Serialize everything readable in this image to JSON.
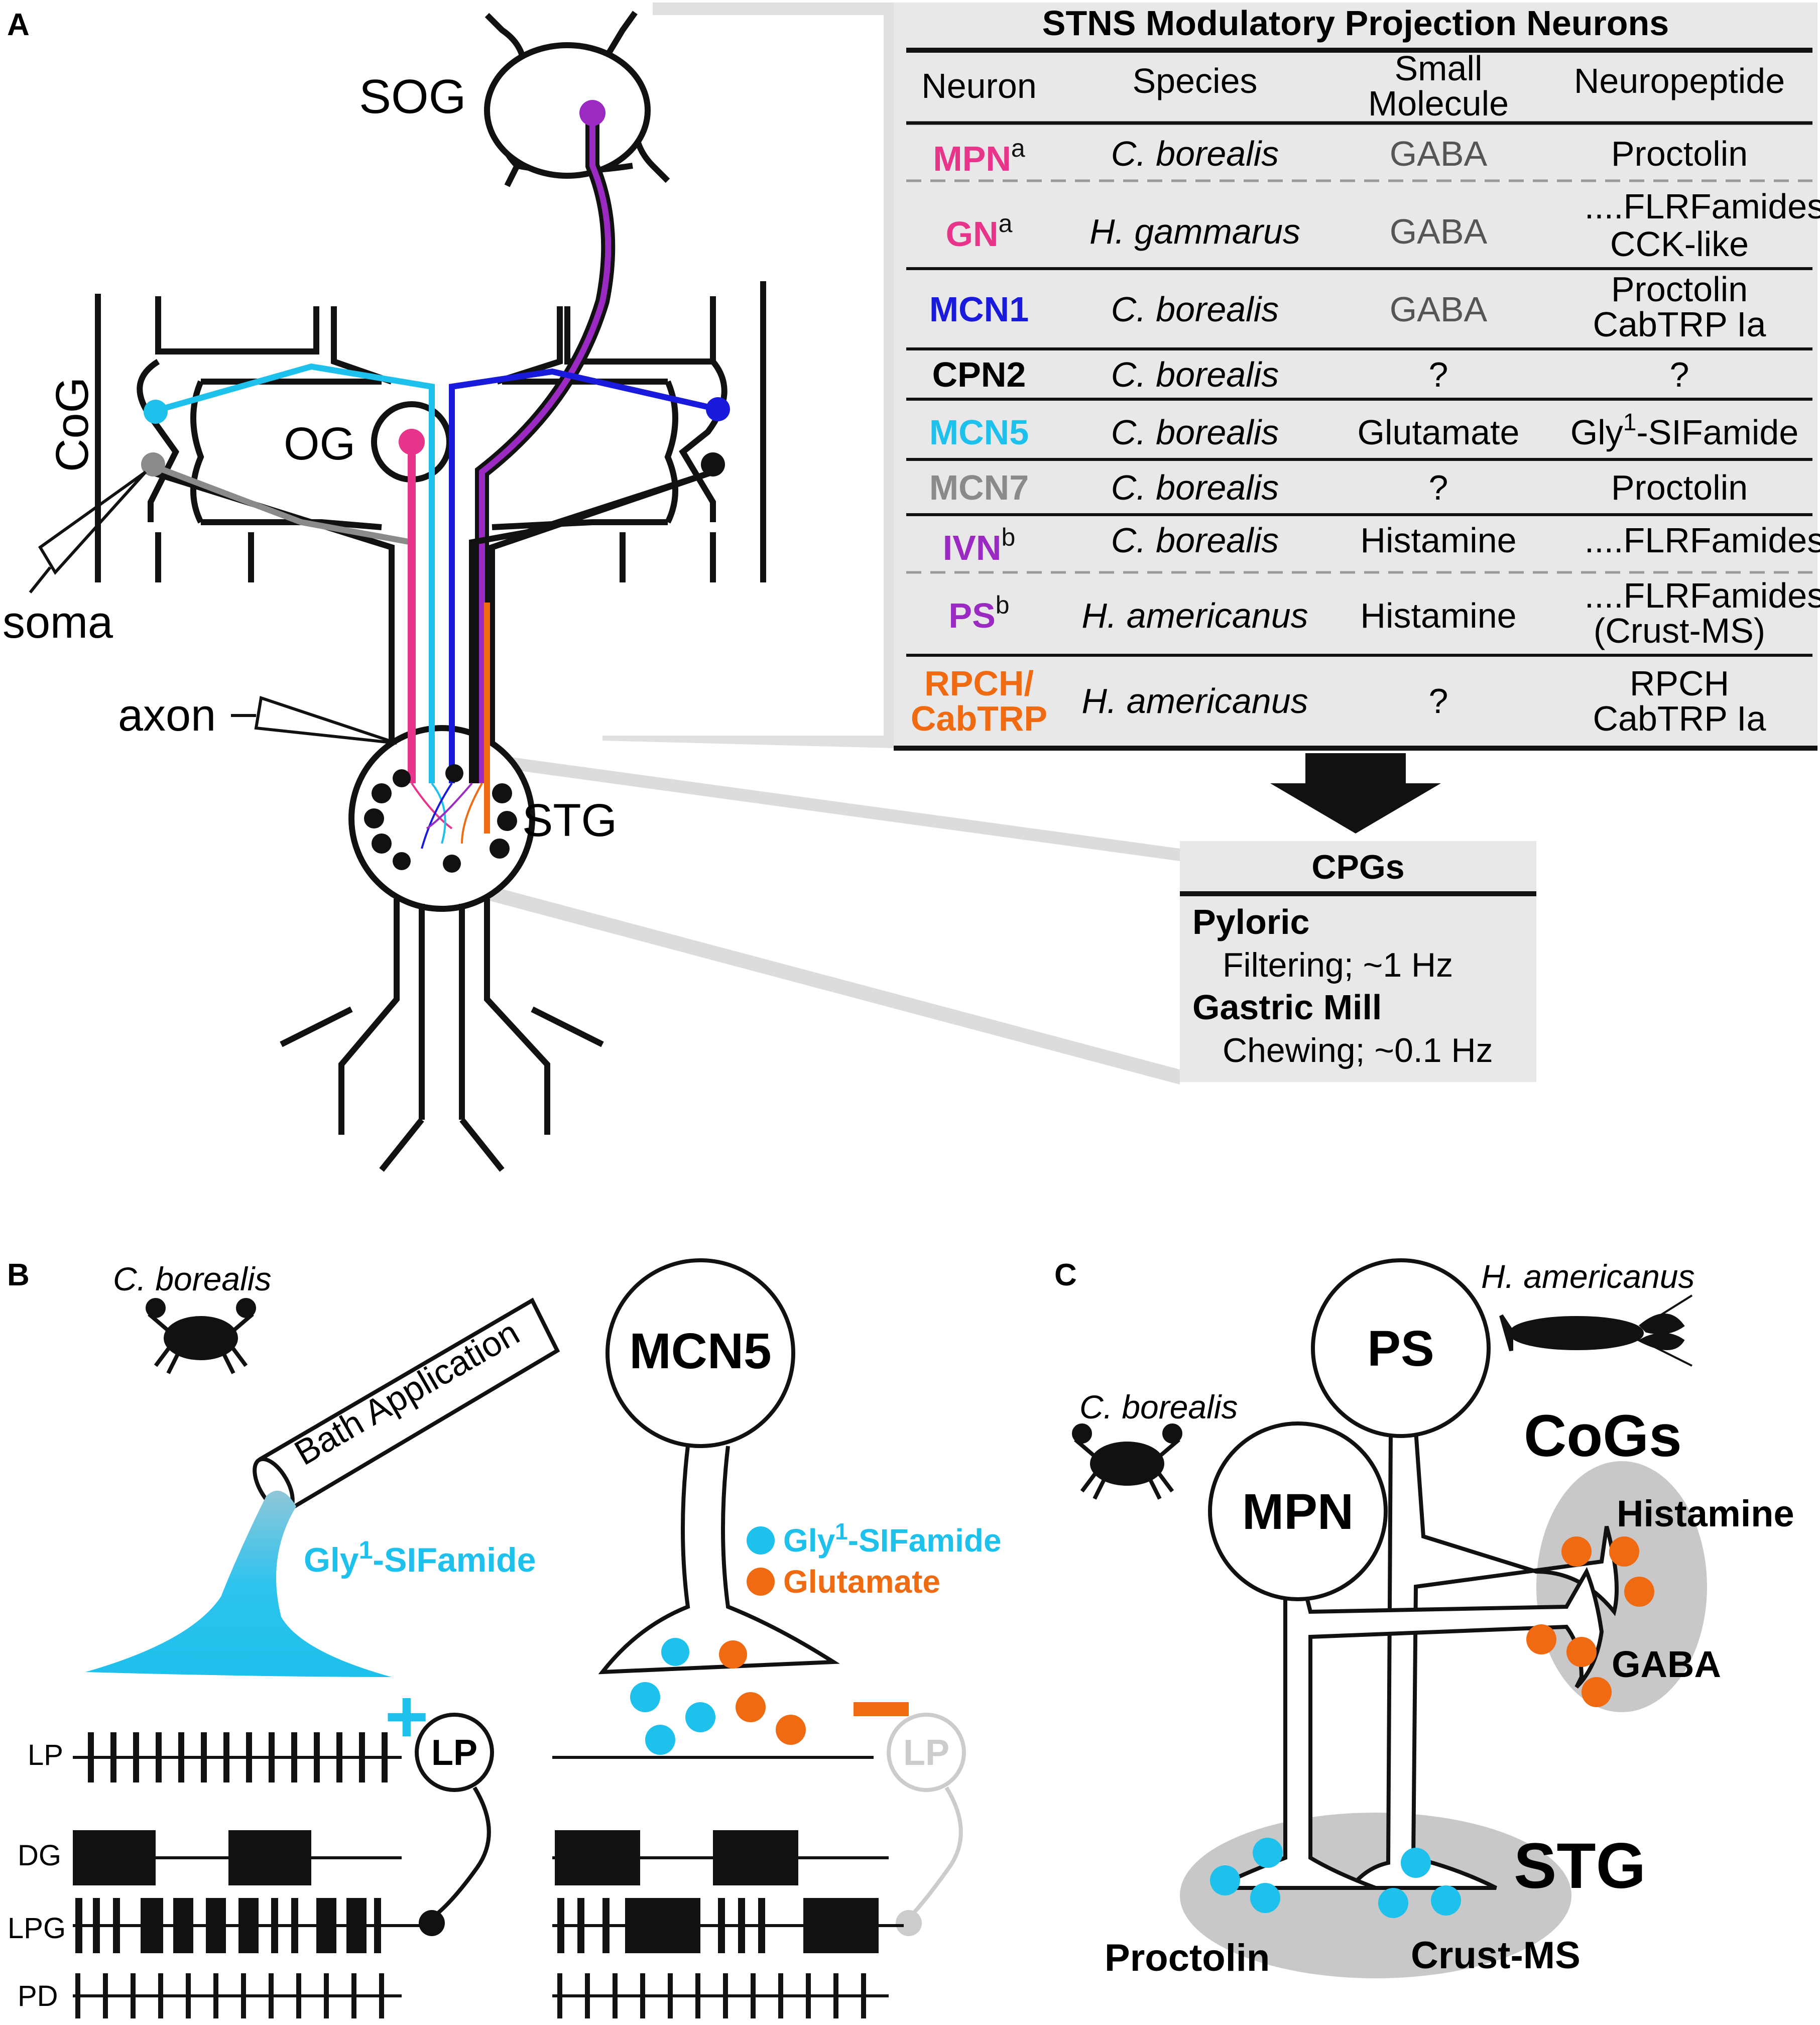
{
  "panels": {
    "a": "A",
    "b": "B",
    "c": "C"
  },
  "colors": {
    "mpn": "#e8348a",
    "gn": "#e8348a",
    "mcn1": "#1a1adc",
    "cpn2": "#111111",
    "mcn5": "#1ec0ec",
    "mcn7": "#8a8a8a",
    "ivn": "#9b2ac2",
    "ps": "#9b2ac2",
    "rpch": "#f06a12",
    "table_bg": "#e8e8e8",
    "region_gray": "#c8c8c8"
  },
  "panel_a": {
    "labels": {
      "sog": "SOG",
      "cog": "CoG",
      "og": "OG",
      "stg": "STG",
      "soma": "soma",
      "axon": "axon"
    },
    "table": {
      "title": "STNS Modulatory Projection Neurons",
      "headers": {
        "neuron": "Neuron",
        "species": "Species",
        "small_l1": "Small",
        "small_l2": "Molecule",
        "peptide": "Neuropeptide"
      },
      "rows": [
        {
          "neuron": "MPN",
          "sup": "a",
          "species": "C. borealis",
          "small": "GABA",
          "peptide1": "Proctolin",
          "peptide2": ""
        },
        {
          "neuron": "GN",
          "sup": "a",
          "species": "H. gammarus",
          "small": "GABA",
          "peptide1": "....FLRFamides",
          "peptide2": "CCK-like"
        },
        {
          "neuron": "MCN1",
          "sup": "",
          "species": "C. borealis",
          "small": "GABA",
          "peptide1": "Proctolin",
          "peptide2": "CabTRP Ia"
        },
        {
          "neuron": "CPN2",
          "sup": "",
          "species": "C. borealis",
          "small": "?",
          "peptide1": "?",
          "peptide2": ""
        },
        {
          "neuron": "MCN5",
          "sup": "",
          "species": "C. borealis",
          "small": "Glutamate",
          "peptide1": "Gly",
          "peptide1_sup": "1",
          "peptide1_rest": "-SIFamide",
          "peptide2": ""
        },
        {
          "neuron": "MCN7",
          "sup": "",
          "species": "C. borealis",
          "small": "?",
          "peptide1": "Proctolin",
          "peptide2": ""
        },
        {
          "neuron": "IVN",
          "sup": "b",
          "species": "C. borealis",
          "small": "Histamine",
          "peptide1": "....FLRFamides",
          "peptide2": ""
        },
        {
          "neuron": "PS",
          "sup": "b",
          "species": "H. americanus",
          "small": "Histamine",
          "peptide1": "....FLRFamides",
          "peptide2": "(Crust-MS)"
        },
        {
          "neuron": "RPCH/",
          "neuron2": "CabTRP",
          "sup": "",
          "species": "H. americanus",
          "small": "?",
          "peptide1": "RPCH",
          "peptide2": "CabTRP Ia"
        }
      ]
    },
    "cpgs": {
      "title": "CPGs",
      "pyloric": "Pyloric",
      "pyloric_desc": "Filtering; ~1 Hz",
      "gastric": "Gastric Mill",
      "gastric_desc": "Chewing; ~0.1 Hz"
    }
  },
  "panel_b": {
    "species": "C. borealis",
    "bath": "Bath Application",
    "peptide_pre": "Gly",
    "peptide_sup": "1",
    "peptide_rest": "-SIFamide",
    "neuron": "MCN5",
    "legend_peptide_pre": "Gly",
    "legend_peptide_sup": "1",
    "legend_peptide_rest": "-SIFamide",
    "legend_glutamate": "Glutamate",
    "plus": "+",
    "lp": "LP",
    "lp2": "LP",
    "traces": [
      "LP",
      "DG",
      "LPG",
      "PD"
    ]
  },
  "panel_c": {
    "species_lobster": "H. americanus",
    "species_crab": "C. borealis",
    "ps": "PS",
    "mpn": "MPN",
    "cogs": "CoGs",
    "histamine": "Histamine",
    "gaba": "GABA",
    "stg": "STG",
    "proctolin": "Proctolin",
    "crustms": "Crust-MS"
  }
}
